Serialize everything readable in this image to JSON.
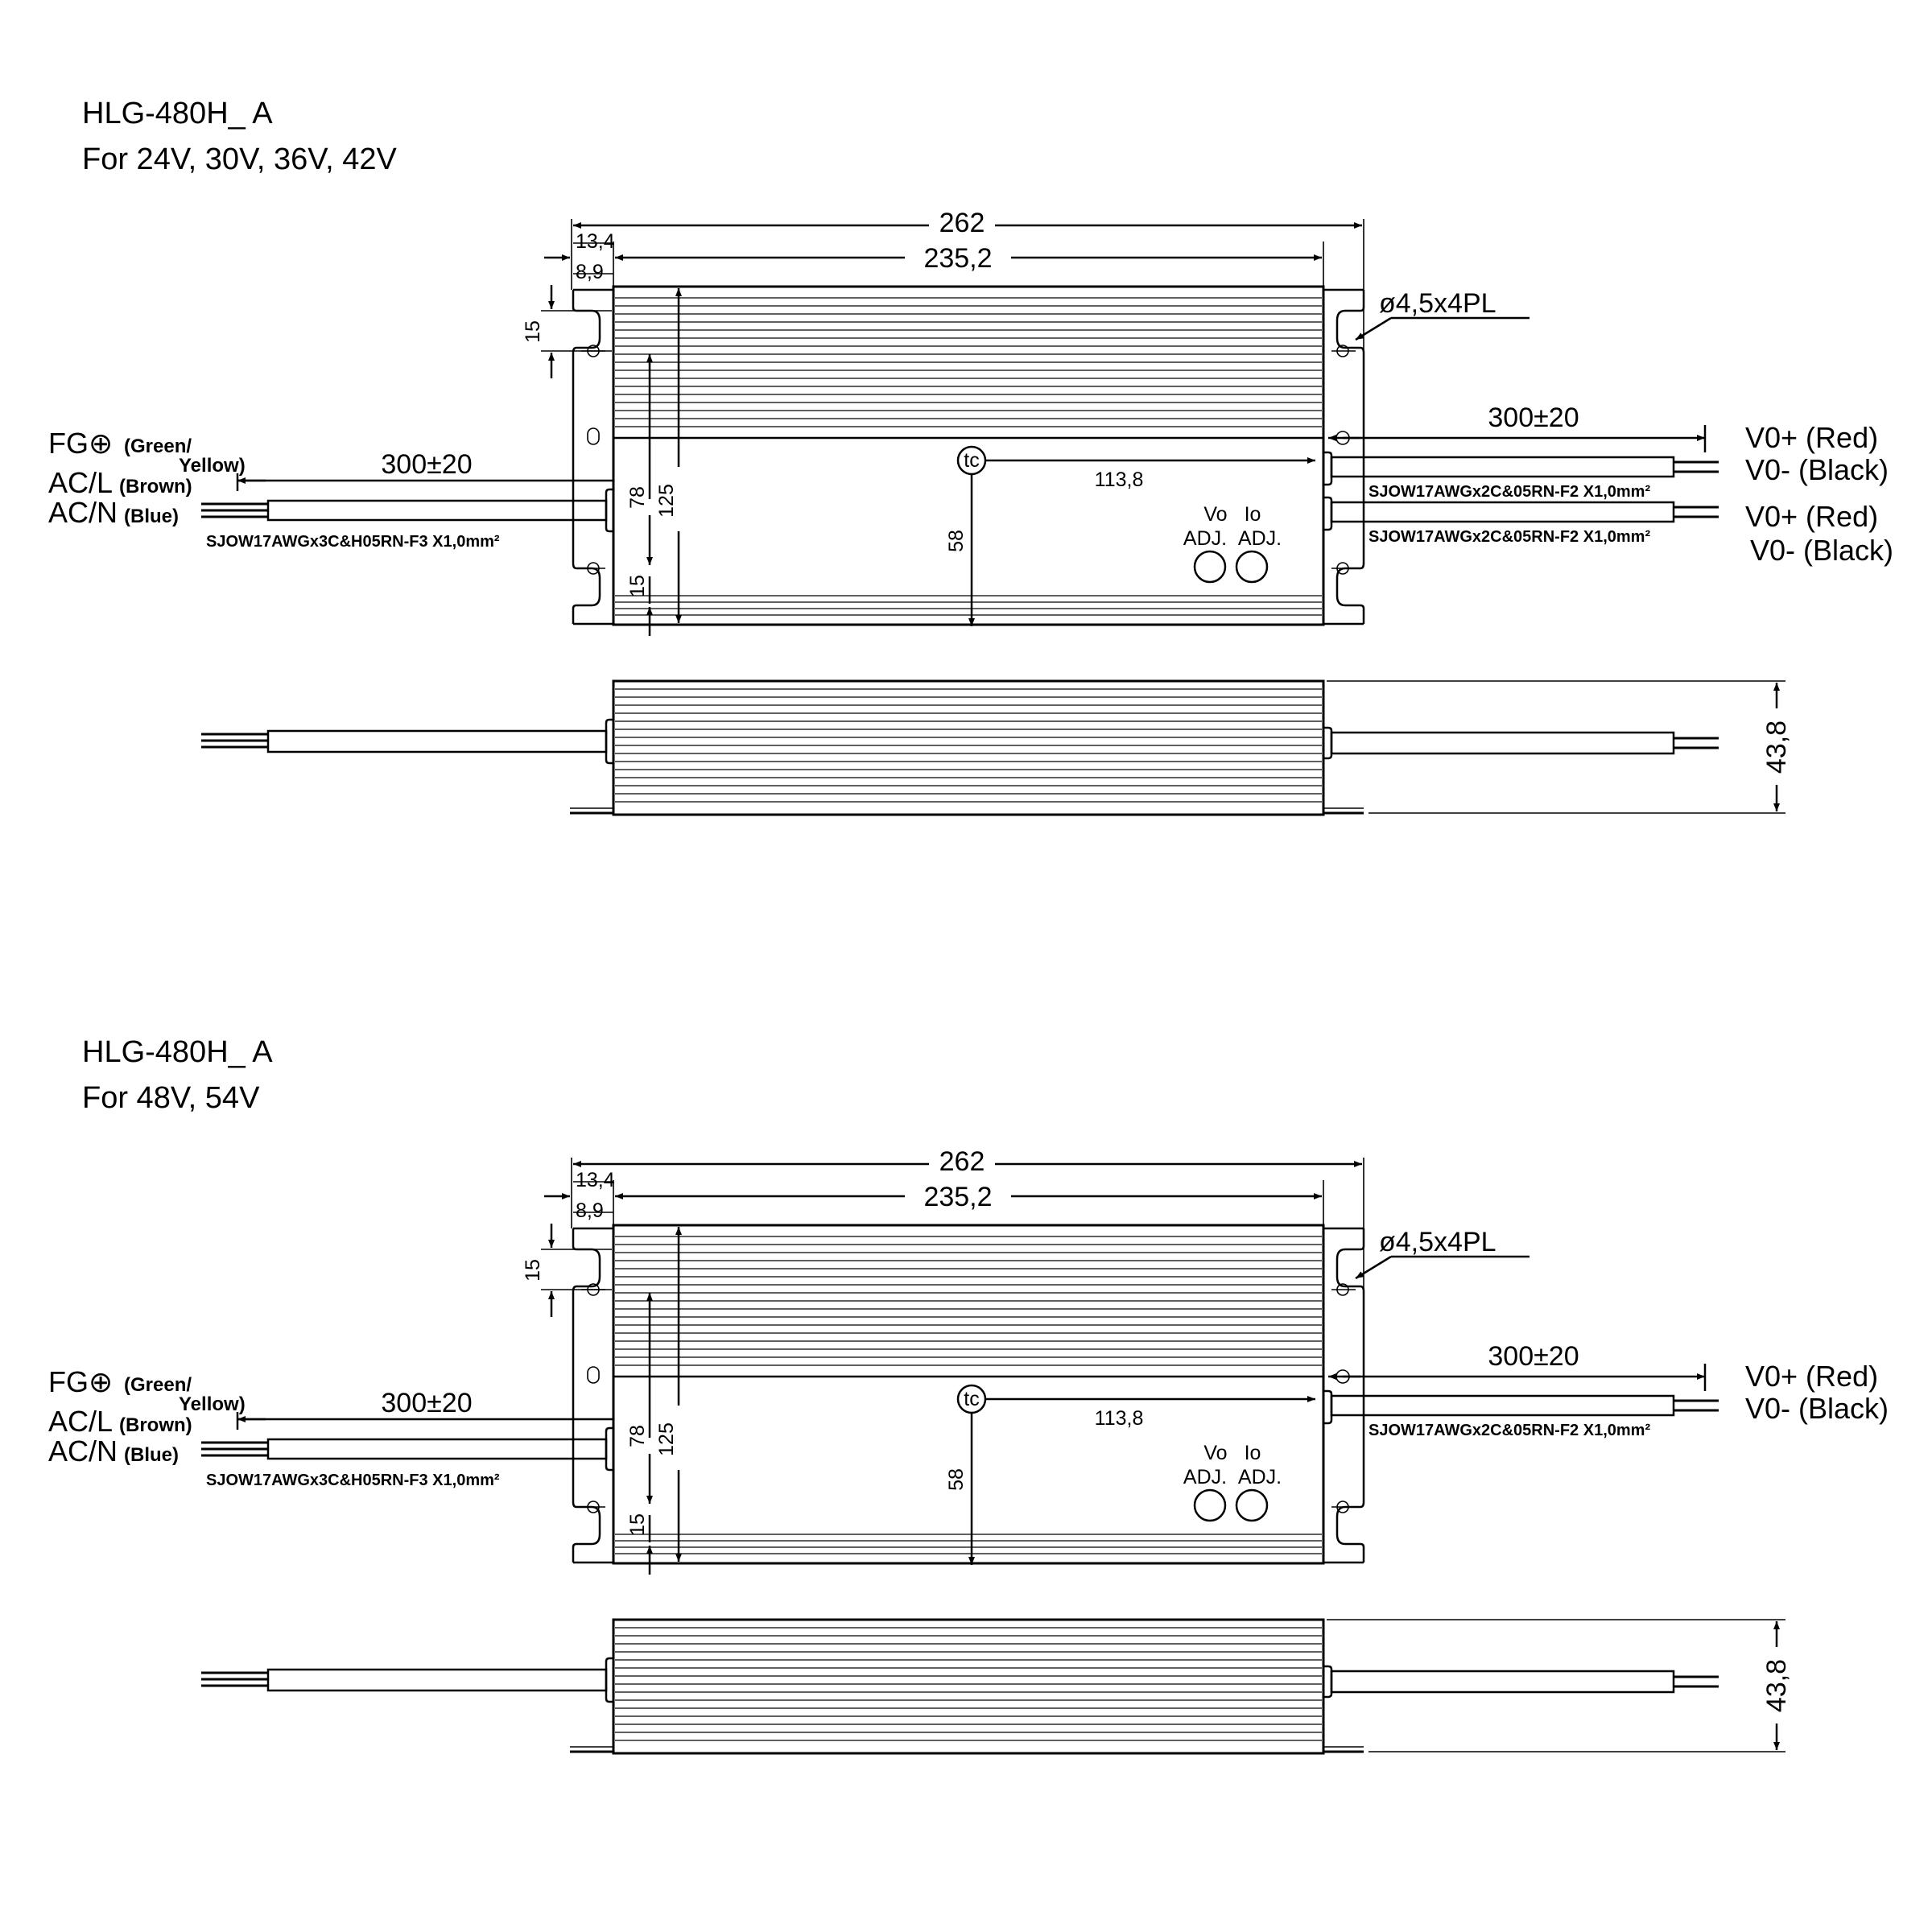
{
  "views": [
    {
      "model": "HLG-480H_ A",
      "voltages": "For 24V, 30V, 36V, 42V",
      "dims": {
        "length": "262",
        "inner_length": "235,2",
        "flange": "13,4",
        "hole_offset": "8,9",
        "hole_spacing_top": "15",
        "hole_spacing_bottom": "15",
        "width_78": "78",
        "width_125": "125",
        "tc_y": "58",
        "tc_x": "113,8",
        "height": "43,8",
        "mount_hole": "ø4,5x4PL"
      },
      "input": {
        "fg": "FG⊕",
        "fg_color1": "(Green/",
        "fg_color2": "Yellow)",
        "acl": "AC/L",
        "acl_color": "(Brown)",
        "acn": "AC/N",
        "acn_color": "(Blue)",
        "length": "300±20",
        "cable": "SJOW17AWGx3C&H05RN-F3 X1,0mm²"
      },
      "output": {
        "length": "300±20",
        "cables": [
          {
            "cable": "SJOW17AWGx2C&05RN-F2 X1,0mm²",
            "pos": "V0+ (Red)",
            "neg": "V0- (Black)"
          },
          {
            "cable": "SJOW17AWGx2C&05RN-F2 X1,0mm²",
            "pos": "V0+ (Red)",
            "neg": "V0- (Black)"
          }
        ]
      },
      "adj": {
        "vo": "Vo",
        "io": "Io",
        "vo_adj": "ADJ.",
        "io_adj": "ADJ."
      },
      "tc": "tc"
    },
    {
      "model": "HLG-480H_ A",
      "voltages": "For 48V, 54V",
      "dims": {
        "length": "262",
        "inner_length": "235,2",
        "flange": "13,4",
        "hole_offset": "8,9",
        "hole_spacing_top": "15",
        "hole_spacing_bottom": "15",
        "width_78": "78",
        "width_125": "125",
        "tc_y": "58",
        "tc_x": "113,8",
        "height": "43,8",
        "mount_hole": "ø4,5x4PL"
      },
      "input": {
        "fg": "FG⊕",
        "fg_color1": "(Green/",
        "fg_color2": "Yellow)",
        "acl": "AC/L",
        "acl_color": "(Brown)",
        "acn": "AC/N",
        "acn_color": "(Blue)",
        "length": "300±20",
        "cable": "SJOW17AWGx3C&H05RN-F3 X1,0mm²"
      },
      "output": {
        "length": "300±20",
        "cables": [
          {
            "cable": "SJOW17AWGx2C&05RN-F2 X1,0mm²",
            "pos": "V0+ (Red)",
            "neg": "V0- (Black)"
          }
        ]
      },
      "adj": {
        "vo": "Vo",
        "io": "Io",
        "vo_adj": "ADJ.",
        "io_adj": "ADJ."
      },
      "tc": "tc"
    }
  ]
}
